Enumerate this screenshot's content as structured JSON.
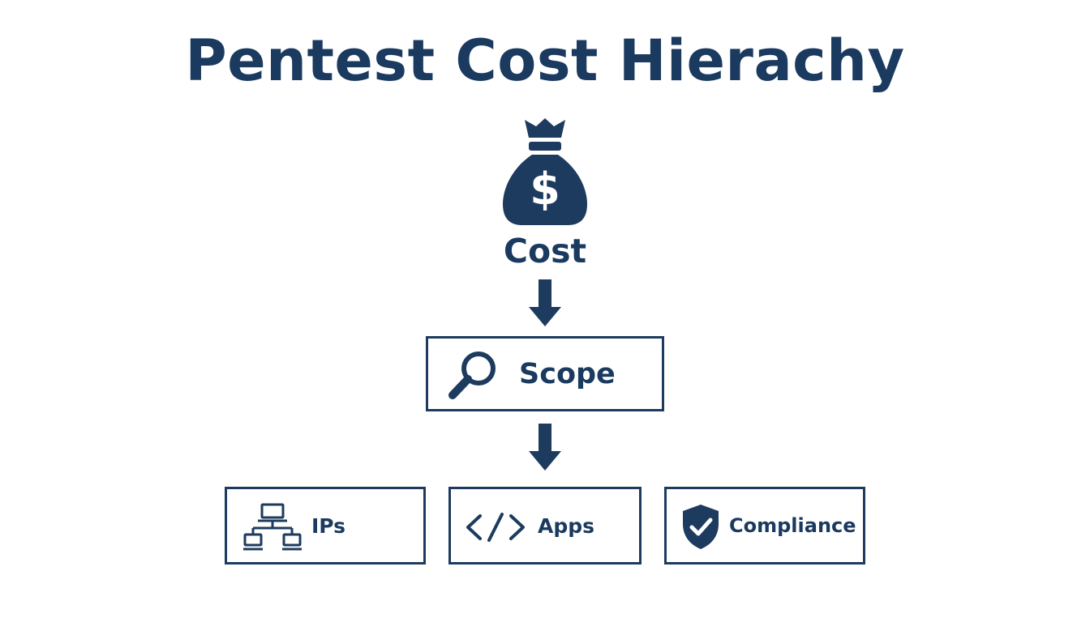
{
  "title": "Pentest Cost Hierachy",
  "colors": {
    "primary": "#1d3b5e",
    "background": "#ffffff"
  },
  "root": {
    "label": "Cost",
    "icon": "money-bag-icon"
  },
  "level1": {
    "label": "Scope",
    "icon": "magnifier-icon"
  },
  "level2": [
    {
      "label": "IPs",
      "icon": "network-icon"
    },
    {
      "label": "Apps",
      "icon": "code-icon"
    },
    {
      "label": "Compliance",
      "icon": "shield-check-icon"
    }
  ]
}
